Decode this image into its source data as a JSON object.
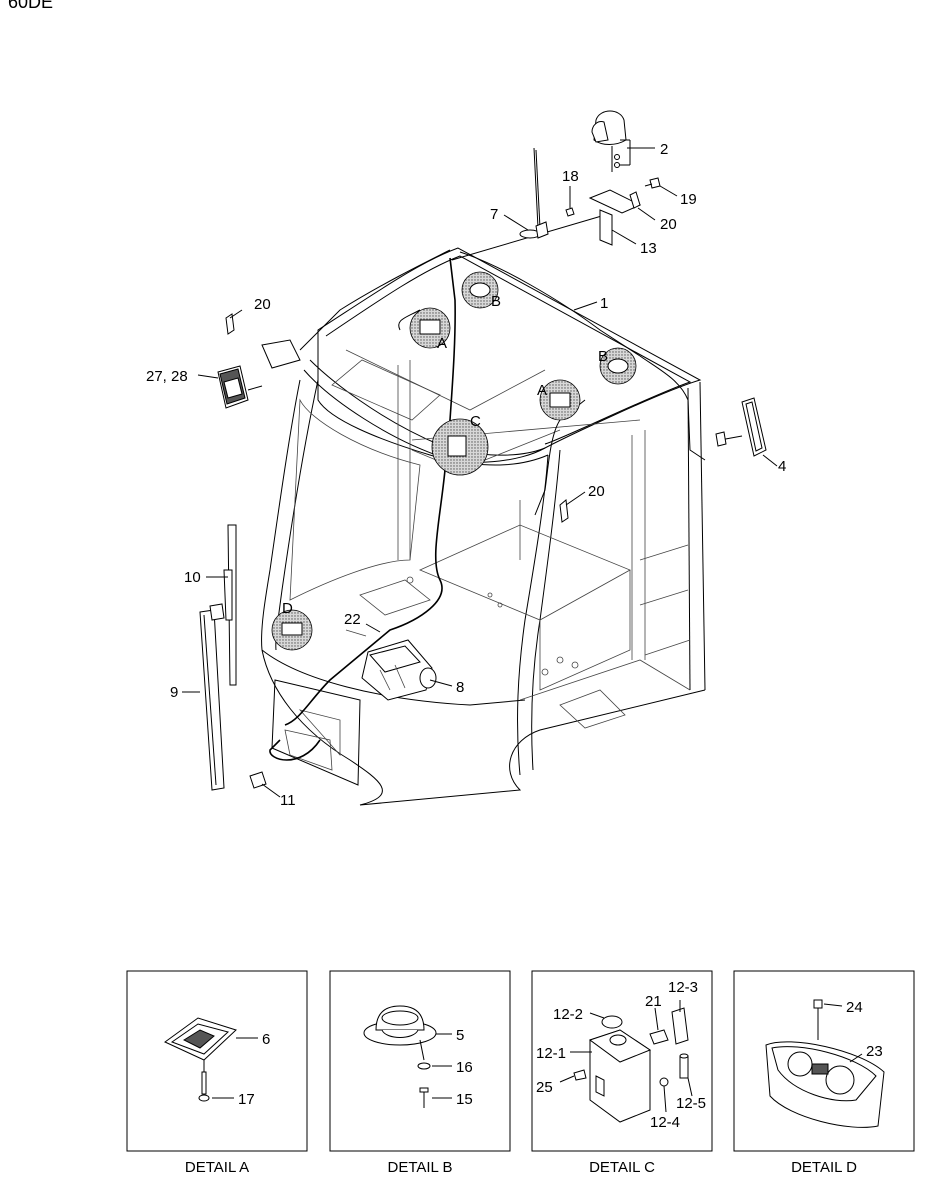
{
  "page": {
    "title": "60DE"
  },
  "callouts": {
    "c1": "1",
    "c2": "2",
    "c4": "4",
    "c7": "7",
    "c8": "8",
    "c9": "9",
    "c10": "10",
    "c11": "11",
    "c13": "13",
    "c18": "18",
    "c19": "19",
    "c20a": "20",
    "c20b": "20",
    "c20c": "20",
    "c22": "22",
    "c2728": "27, 28"
  },
  "detail_markers": {
    "a1": "A",
    "a2": "A",
    "b1": "B",
    "b2": "B",
    "c": "C",
    "d": "D"
  },
  "details": [
    {
      "caption": "DETAIL A",
      "labels": {
        "l1": "6",
        "l2": "17"
      }
    },
    {
      "caption": "DETAIL B",
      "labels": {
        "l1": "5",
        "l2": "16",
        "l3": "15"
      }
    },
    {
      "caption": "DETAIL C",
      "labels": {
        "l1": "12-3",
        "l2": "21",
        "l3": "12-2",
        "l4": "12-1",
        "l5": "25",
        "l6": "12-5",
        "l7": "12-4"
      }
    },
    {
      "caption": "DETAIL D",
      "labels": {
        "l1": "24",
        "l2": "23"
      }
    }
  ],
  "colors": {
    "line": "#000000",
    "background": "#ffffff",
    "shading": "#9a9a9a"
  }
}
